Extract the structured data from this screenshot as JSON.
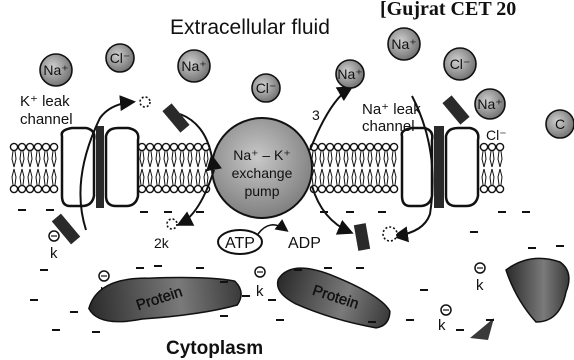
{
  "header_fragment": "[Gujrat CET 20",
  "regions": {
    "top": "Extracellular fluid",
    "bottom": "Cytoplasm"
  },
  "labels": {
    "k_leak_line1": "K⁺ leak",
    "k_leak_line2": "channel",
    "na_leak_line1": "Na⁺ leak",
    "na_leak_line2": "channel",
    "pump_line1": "Na⁺ – K⁺",
    "pump_line2": "exchange",
    "pump_line3": "pump",
    "three": "3",
    "two_k": "2k",
    "atp": "ATP",
    "adp": "ADP",
    "protein": "Protein"
  },
  "ions": {
    "na": "Na⁺",
    "cl": "Cl⁻",
    "k": "k"
  },
  "colors": {
    "ion_fill": "#8a8a8a",
    "protein_fill": "#6a6a6a",
    "pump_fill": "#9a9a9a",
    "ink": "#111111"
  }
}
